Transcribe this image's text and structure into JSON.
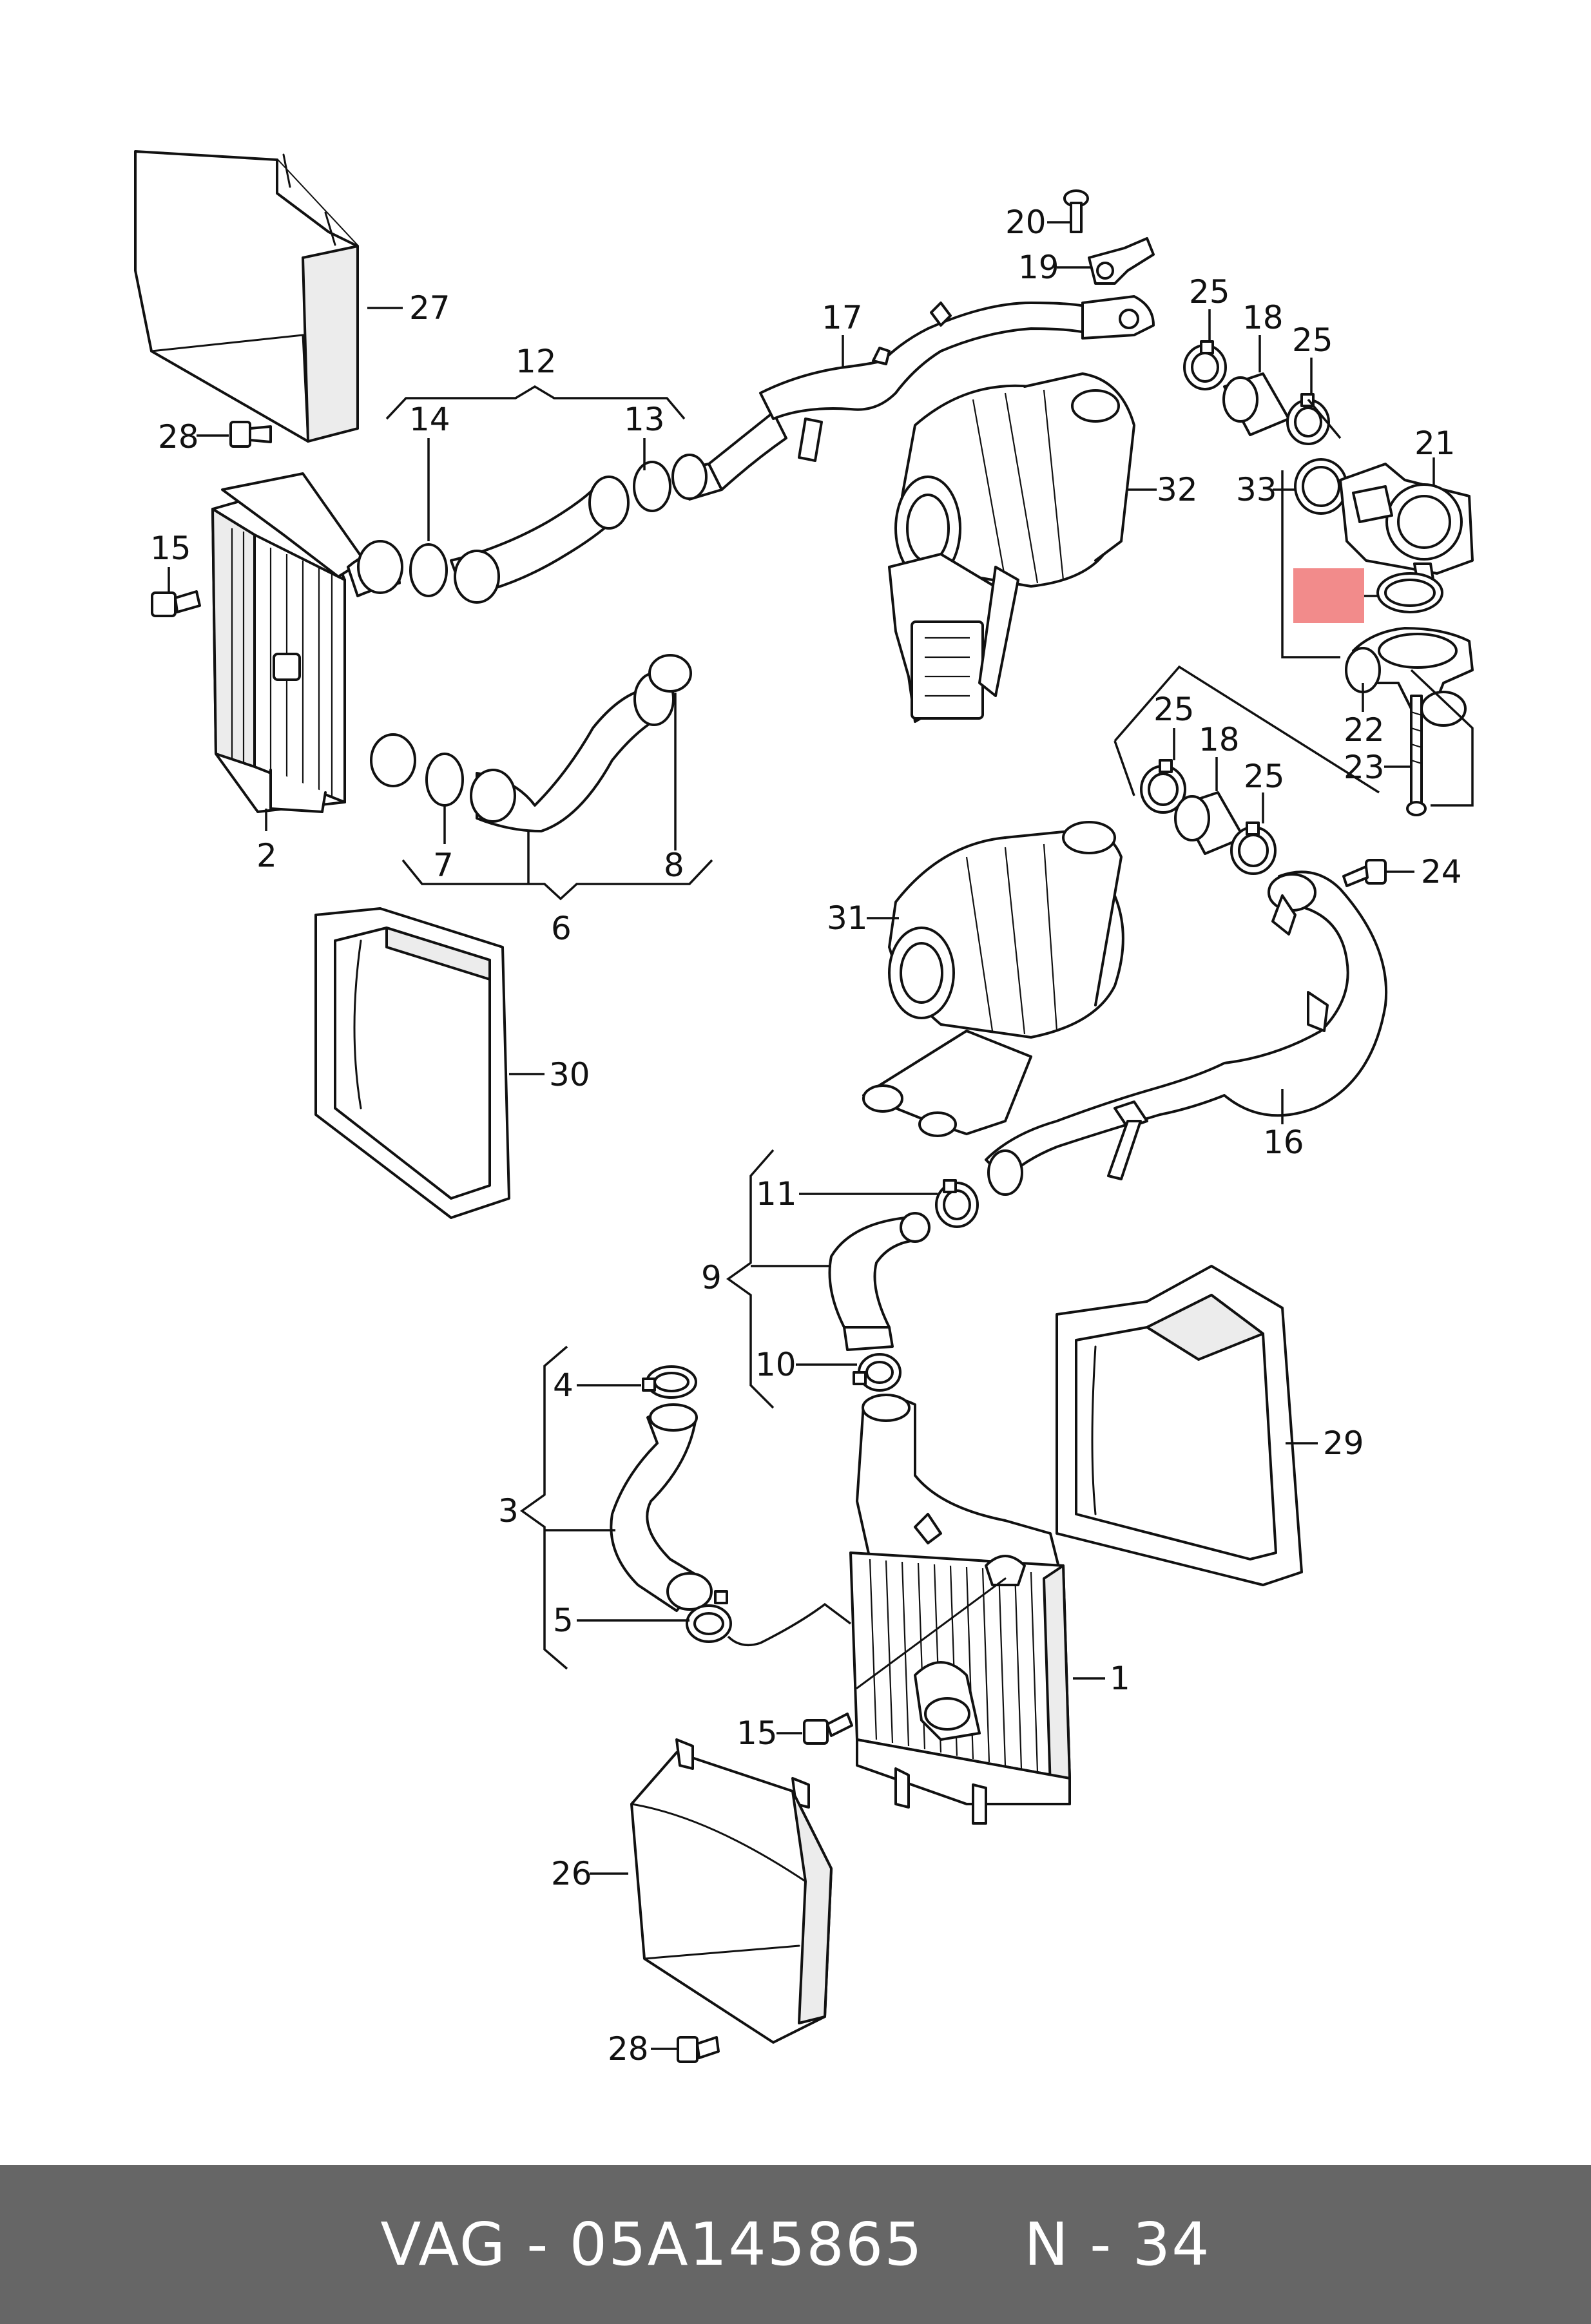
{
  "footer": {
    "text": "VAG - 05A145865     N - 34",
    "background": "#666666",
    "color": "#ffffff"
  },
  "highlight": {
    "label": "34",
    "color": "#f28b8b"
  },
  "labels": {
    "l1": "1",
    "l2": "2",
    "l3": "3",
    "l4": "4",
    "l5": "5",
    "l6": "6",
    "l7": "7",
    "l8": "8",
    "l9": "9",
    "l10": "10",
    "l11": "11",
    "l12": "12",
    "l13": "13",
    "l14": "14",
    "l15a": "15",
    "l15b": "15",
    "l16": "16",
    "l17": "17",
    "l18a": "18",
    "l18b": "18",
    "l19": "19",
    "l20": "20",
    "l21": "21",
    "l22": "22",
    "l23": "23",
    "l24": "24",
    "l25a": "25",
    "l25b": "25",
    "l25c": "25",
    "l25d": "25",
    "l26": "26",
    "l27": "27",
    "l28a": "28",
    "l28b": "28",
    "l29": "29",
    "l30": "30",
    "l31": "31",
    "l32": "32",
    "l33": "33"
  }
}
